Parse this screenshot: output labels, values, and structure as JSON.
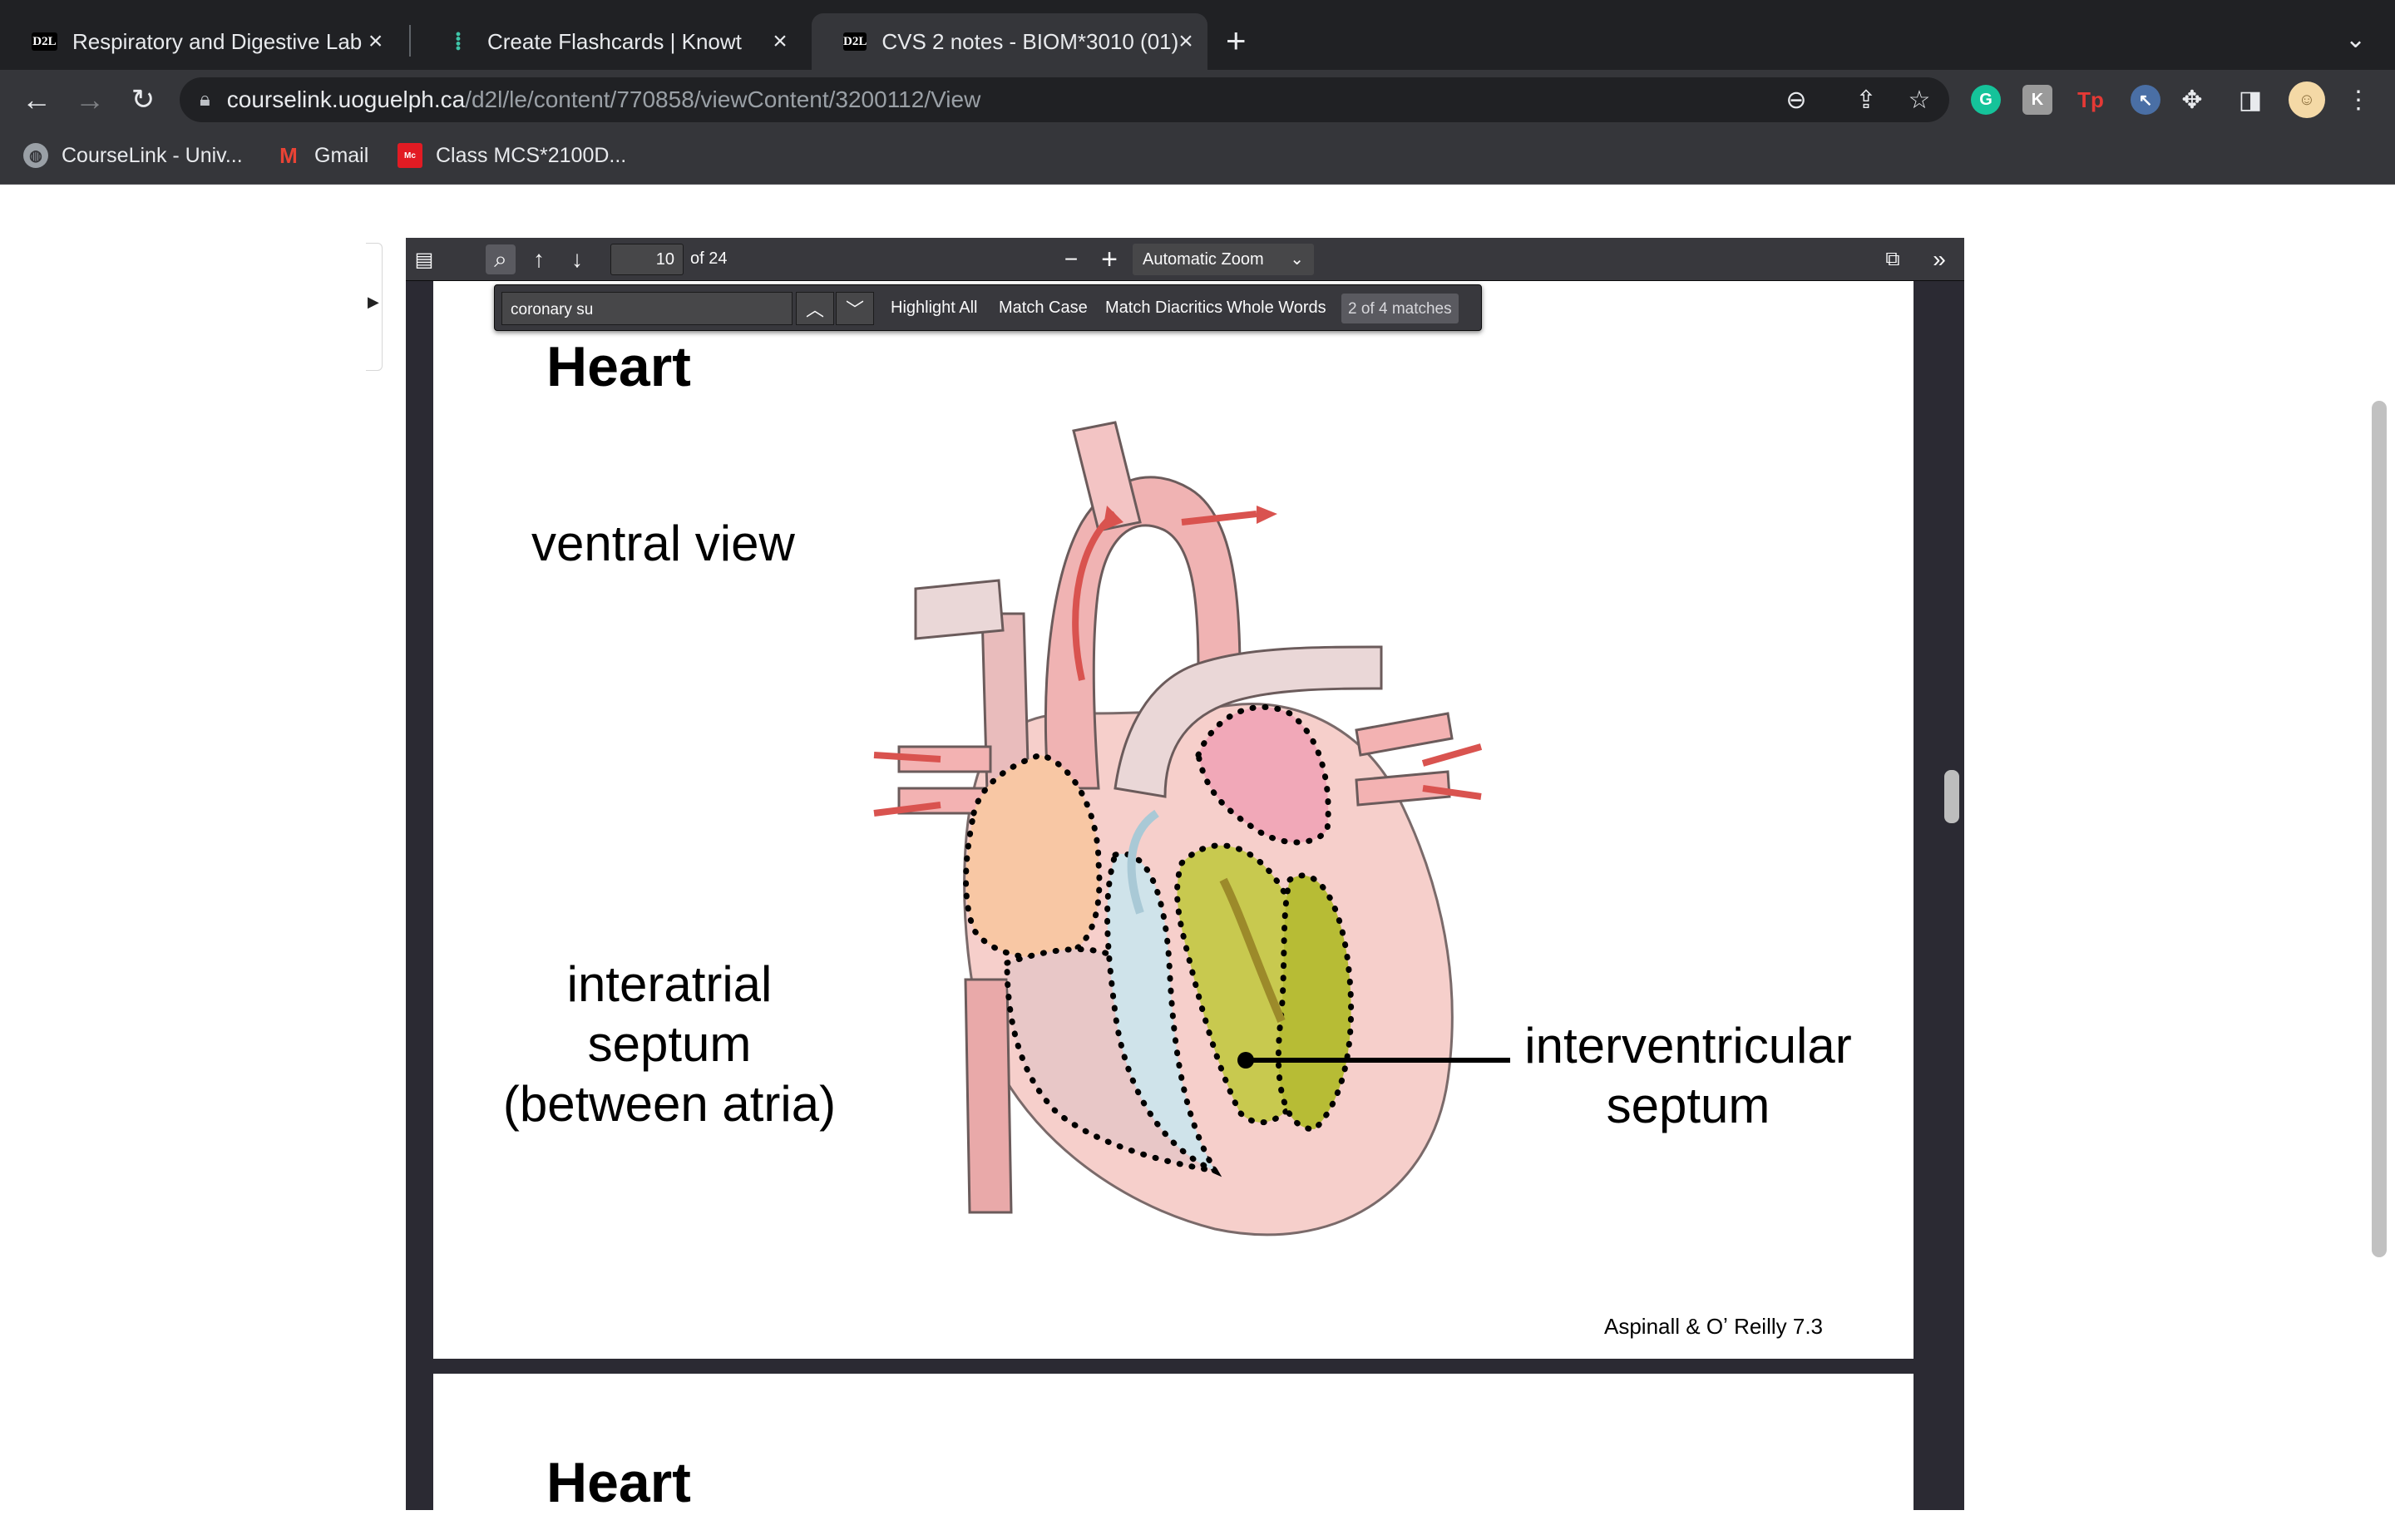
{
  "tabs": [
    {
      "favicon": "D2L",
      "title": "Respiratory and Digestive Lab"
    },
    {
      "favicon": "knowt-icon",
      "title": "Create Flashcards | Knowt"
    },
    {
      "favicon": "D2L",
      "title": "CVS 2 notes - BIOM*3010 (01)"
    }
  ],
  "address": {
    "host": "courselink.uoguelph.ca",
    "path": "/d2l/le/content/770858/viewContent/3200112/View"
  },
  "bookmarks": [
    {
      "icon": "globe-icon",
      "label": "CourseLink - Univ..."
    },
    {
      "icon": "gmail-icon",
      "label": "Gmail"
    },
    {
      "icon": "mcgraw-hill-icon",
      "label": "Class MCS*2100D..."
    }
  ],
  "extensions": [
    {
      "icon": "G",
      "color": "#15c39a"
    },
    {
      "icon": "K",
      "color": "#9a9a9a"
    },
    {
      "icon": "Tp",
      "color": "#e53935"
    },
    {
      "icon": "↖",
      "color": "#4a6fa5"
    }
  ],
  "pdf": {
    "page_current": "10",
    "page_total": "of 24",
    "zoom": "Automatic Zoom"
  },
  "find": {
    "query": "coronary su",
    "options": [
      "Highlight All",
      "Match Case",
      "Match Diacritics",
      "Whole Words"
    ],
    "result": "2 of 4 matches"
  },
  "slide": {
    "title": "Heart",
    "subtitle": "ventral view",
    "label_left_1": "interatrial septum",
    "label_left_2": "(between atria)",
    "label_right_1": "interventricular",
    "label_right_2": "septum",
    "citation": "Aspinall & Oʼ Reilly 7.3"
  },
  "next_slide": {
    "title": "Heart"
  }
}
